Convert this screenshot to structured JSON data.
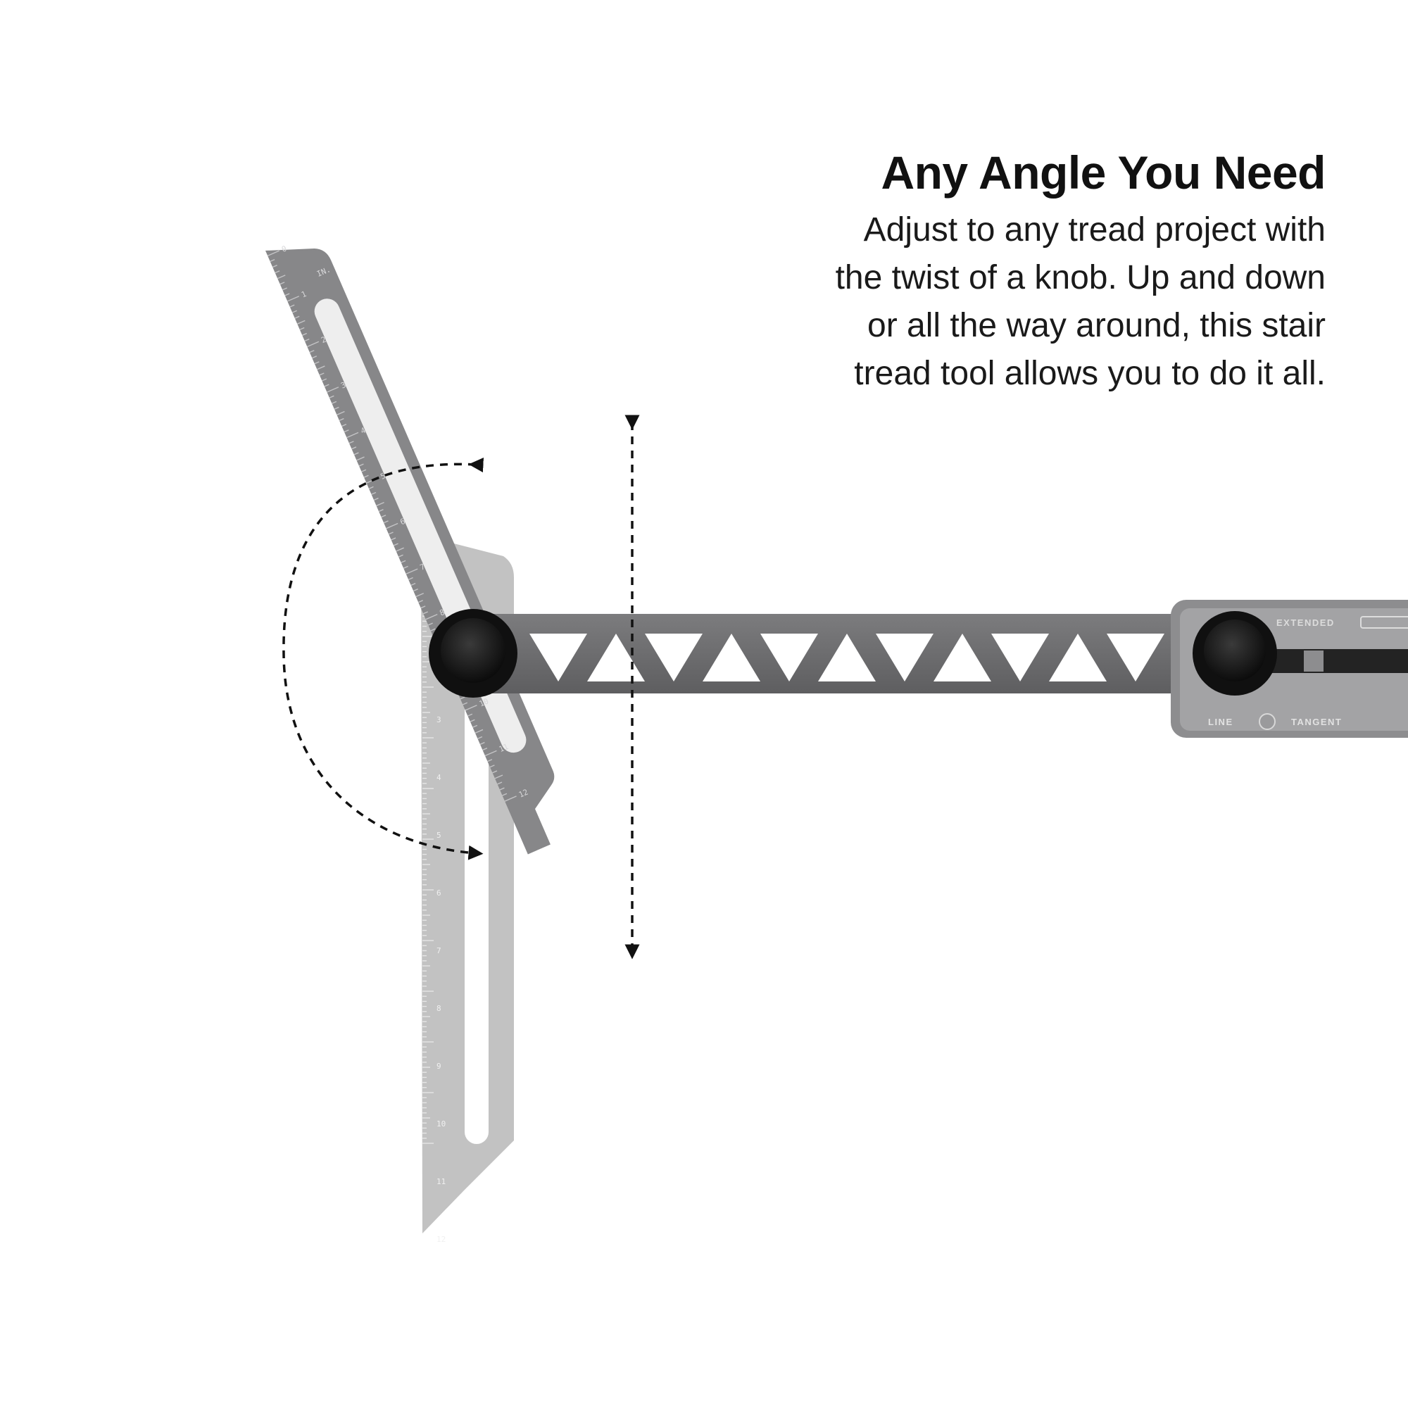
{
  "headline": "Any Angle You Need",
  "description_lines": [
    "Adjust to any tread project with",
    "the twist of a knob. Up and down",
    "or all the way around, this stair",
    "tread tool allows you to do it all."
  ],
  "tool_labels": {
    "unit": "IN.",
    "extended": "EXTENDED",
    "line": "LINE",
    "tangent": "TANGENT"
  },
  "ruler_numbers": [
    "0",
    "1",
    "2",
    "3",
    "4",
    "5",
    "6",
    "7",
    "8",
    "9",
    "10",
    "11",
    "12"
  ],
  "icons": [
    "rotate-arrow-icon",
    "vertical-adjust-arrow-icon"
  ],
  "colors": {
    "background": "#ffffff",
    "text": "#111111",
    "steel_dark": "#6e6e70",
    "steel_light": "#bfbfbf",
    "knob": "#151515"
  }
}
